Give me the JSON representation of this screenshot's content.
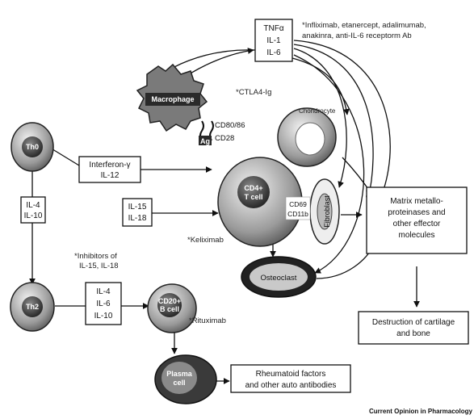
{
  "cells": {
    "th0": "Th0",
    "th2": "Th2",
    "macrophage": "Macrophage",
    "chondrocyte": "Chondrocyte",
    "cd4_tcell": [
      "CD4+",
      "T cell"
    ],
    "fibroblast": "Fibroblast",
    "osteoclast": "Osteoclast",
    "cd20_bcell": [
      "CD20+",
      "B cell"
    ],
    "plasma_cell": [
      "Plasma",
      "cell"
    ],
    "ag": "Ag"
  },
  "boxes": {
    "tnf": [
      "TNFα",
      "IL-1",
      "IL-6"
    ],
    "interferon": [
      "Interferon-γ",
      "IL-12"
    ],
    "il4_10": [
      "IL-4",
      "IL-10"
    ],
    "il15_18": [
      "IL-15",
      "IL-18"
    ],
    "il4_6_10": [
      "IL-4",
      "IL-6",
      "IL-10"
    ],
    "mmp": [
      "Matrix metallo-",
      "proteinases and",
      "other effector",
      "molecules"
    ],
    "destruction": [
      "Destruction of cartilage",
      "and bone"
    ],
    "rf": [
      "Rheumatoid factors",
      "and other auto antibodies"
    ]
  },
  "labels": {
    "cd80_86": "CD80/86",
    "cd28": "CD28",
    "cd69_11b": [
      "CD69",
      "CD11b"
    ]
  },
  "drugs": {
    "anti_tnf": [
      "*Infliximab, etanercept, adalimumab,",
      "anakinra, anti-IL-6 receptorm Ab"
    ],
    "ctla4": "*CTLA4-Ig",
    "il15_inhib": [
      "*Inhibitors of",
      "IL-15, IL-18"
    ],
    "keliximab": "*Keliximab",
    "rituximab": "*Rituximab"
  },
  "footer": "Current Opinion in Pharmacology",
  "colors": {
    "ink": "#111111",
    "cell_dark": "#3a3a3a",
    "cell_light": "#d9d9d9",
    "background": "#ffffff"
  }
}
